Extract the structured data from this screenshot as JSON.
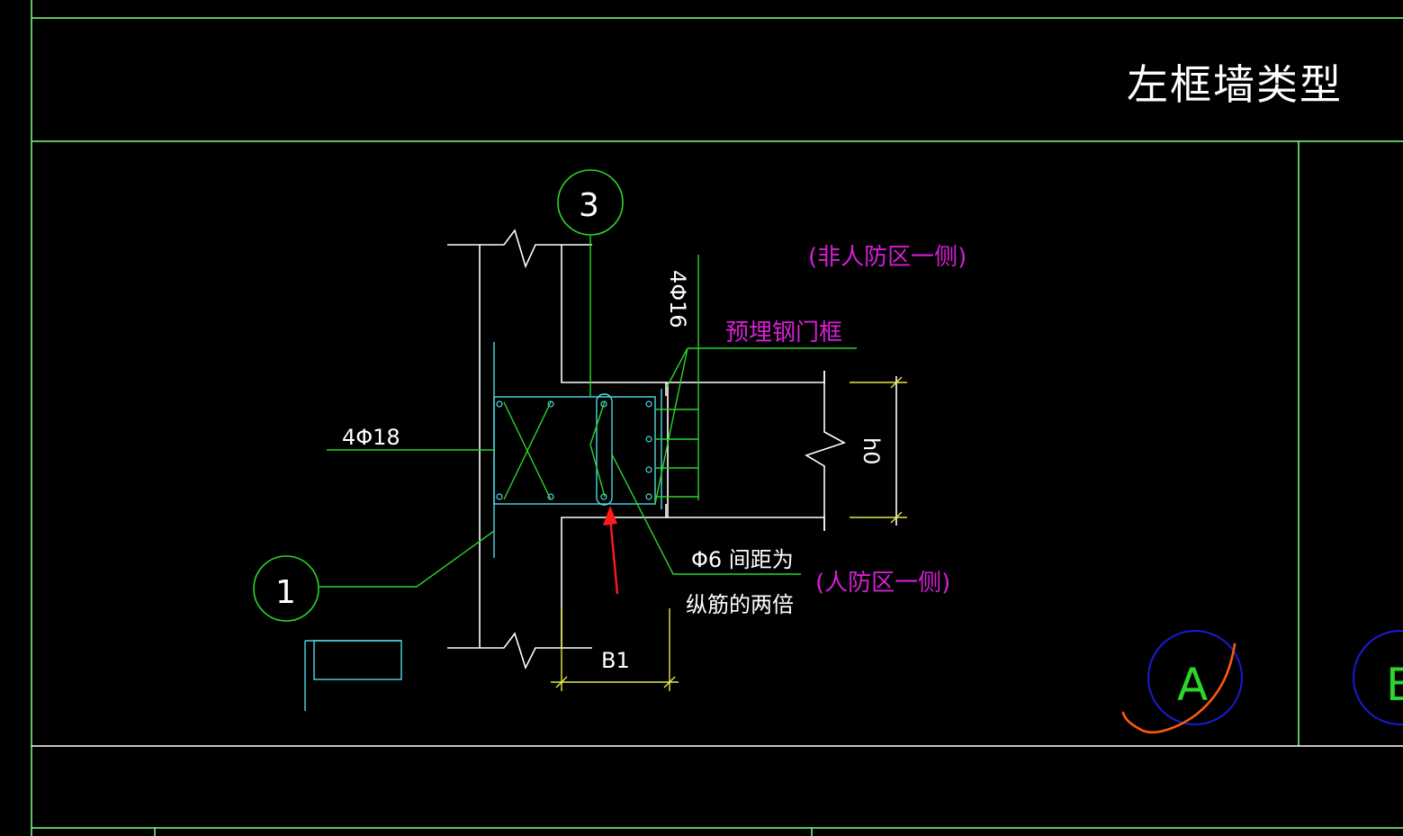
{
  "drawing": {
    "title": "左框墙类型",
    "labels": {
      "rebar_longitudinal": "4Φ18",
      "rebar_vertical": "4Φ16",
      "embedded_frame": "预埋钢门框",
      "non_civil_side": "(非人防区一侧)",
      "civil_side": "(人防区一侧)",
      "stirrup_note_line1": "Φ6 间距为",
      "stirrup_note_line2": "纵筋的两倍",
      "dim_b1": "B1",
      "dim_h0": "h0"
    },
    "bubbles": {
      "b1": "1",
      "b3": "3",
      "ba": "A",
      "bb": "B"
    }
  },
  "colors": {
    "background": "#000000",
    "frame_line": "#7fff7f",
    "white_line": "#ffffff",
    "cyan_line": "#4fd9e6",
    "green_line": "#2bd62b",
    "yellow_line": "#e6e64a",
    "magenta_text": "#d61fd6",
    "blue_bubble": "#1a1ad6",
    "annotation_red": "#ff1a1a",
    "annotation_orange": "#ff5a10"
  }
}
